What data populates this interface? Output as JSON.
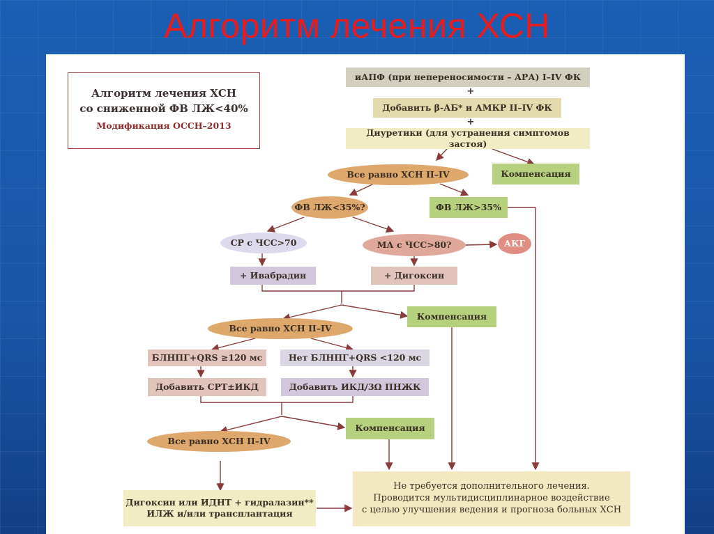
{
  "slide": {
    "title": "Алгоритм лечения ХСН"
  },
  "header_box": {
    "line1": "Алгоритм лечения ХСН",
    "line2": "со сниженной ФВ ЛЖ<40%",
    "line3": "Модификация ОССН–2013"
  },
  "nodes": {
    "iapf": "иАПФ (при непереносимости – АРА) I–IV ФК",
    "add_bab": "Добавить β-АБ* и АМКР II–IV ФК",
    "plus1": "+",
    "plus2": "+",
    "diuretics": "Диуретики (для устранения симптомов застоя)",
    "still_hsn_1": "Все равно ХСН II–IV",
    "compensation_1": "Компенсация",
    "lvef_q": "ФВ ЛЖ<35%?",
    "lvef_gt35": "ФВ ЛЖ>35%",
    "sr_hr": "СР с ЧСС>70",
    "af_hr": "МА с ЧСС>80?",
    "akg": "АКГ",
    "ivabradine": "+ Ивабрадин",
    "digoxin": "+ Дигоксин",
    "still_hsn_2": "Все равно ХСН II–IV",
    "compensation_2": "Компенсация",
    "lbbb_qrs": "БЛНПГ+QRS ≥120 мс",
    "no_lbbb_qrs": "Нет БЛНПГ+QRS <120 мс",
    "add_crt": "Добавить СРТ±ИКД",
    "add_icd": "Добавить ИКД/3Ω ПНЖК",
    "still_hsn_3": "Все равно ХСН II–IV",
    "compensation_3": "Компенсация",
    "final_left_1": "Дигоксин или ИДНТ + гидралазин**",
    "final_left_2": "ИЛЖ и/или трансплантация",
    "final_right_1": "Не требуется дополнительного лечения.",
    "final_right_2": "Проводится мультидисциплинарное воздействие",
    "final_right_3": "с целью улучшения ведения и прогноза больных ХСН"
  },
  "colors": {
    "slide_title": "#e81c1c",
    "background": "#1a5fb4",
    "arrow": "#8a3a3a",
    "compensation": "#b5d17d",
    "oval_gold": "#dea76b",
    "oval_red": "#e28d83"
  }
}
